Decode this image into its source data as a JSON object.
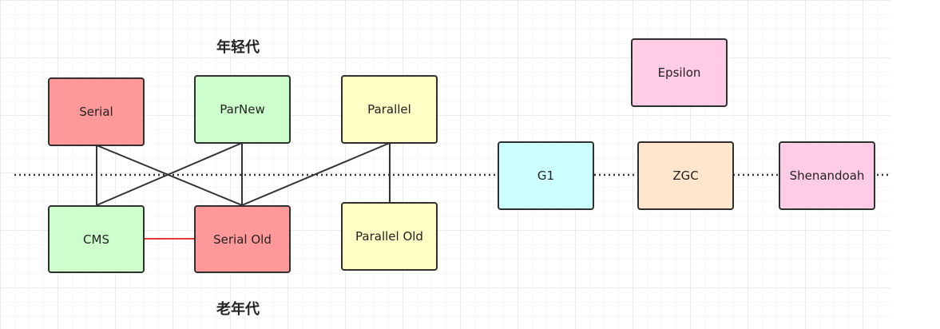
{
  "colors": {
    "red": "#ff9999",
    "green": "#ccffcc",
    "yellow": "#ffffc5",
    "cyan": "#ccffff",
    "peach": "#ffe6cc",
    "pink": "#ffcce6",
    "border": "#2f2f2f",
    "link_red": "#e53935"
  },
  "labels": {
    "young": "年轻代",
    "old": "老年代"
  },
  "nodes": {
    "serial": {
      "text": "Serial",
      "color": "red"
    },
    "parnew": {
      "text": "ParNew",
      "color": "green"
    },
    "parallel": {
      "text": "Parallel",
      "color": "yellow"
    },
    "cms": {
      "text": "CMS",
      "color": "green"
    },
    "serial_old": {
      "text": "Serial Old",
      "color": "red"
    },
    "parallel_old": {
      "text": "Parallel Old",
      "color": "yellow"
    },
    "g1": {
      "text": "G1",
      "color": "cyan"
    },
    "zgc": {
      "text": "ZGC",
      "color": "peach"
    },
    "shenandoah": {
      "text": "Shenandoah",
      "color": "pink"
    },
    "epsilon": {
      "text": "Epsilon",
      "color": "pink"
    }
  }
}
